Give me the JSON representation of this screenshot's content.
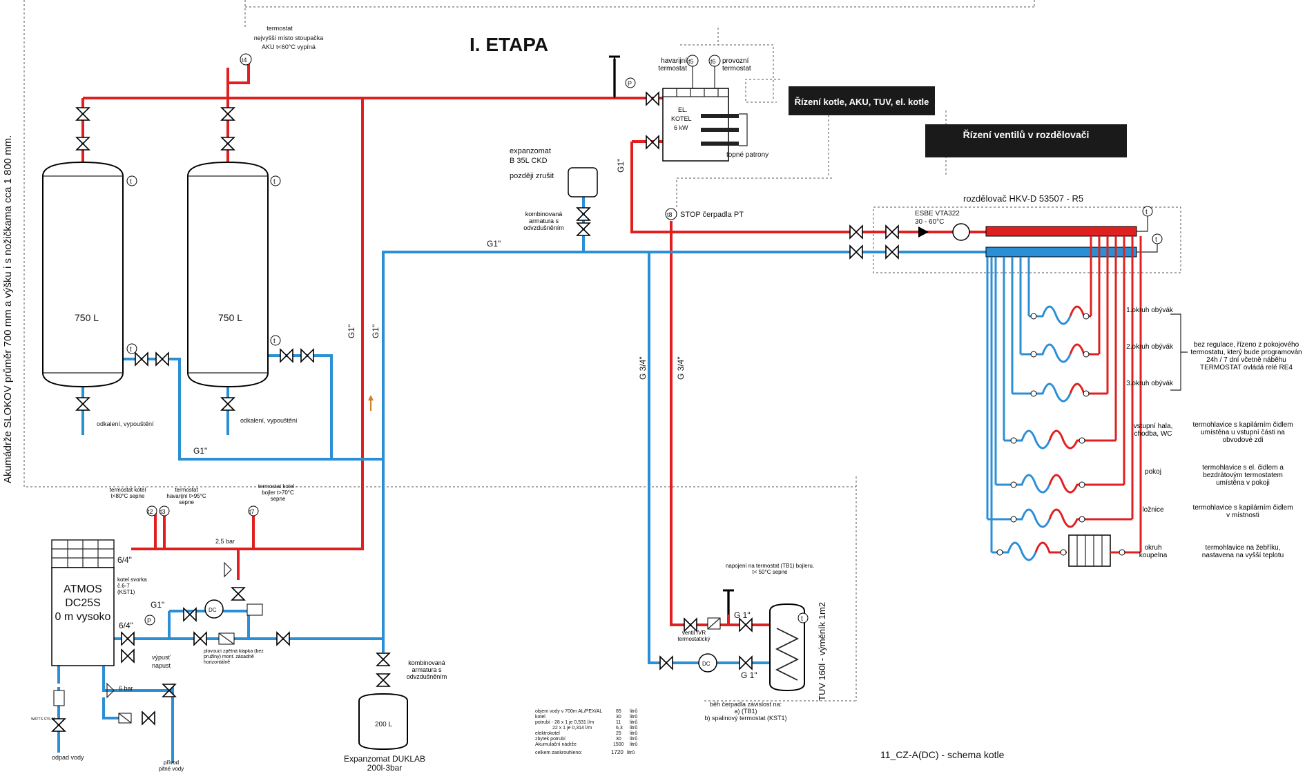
{
  "title": "I. ETAPA",
  "side_note": "Akumádrže SLOKOV průměr 700 mm a výšku i s nožičkama cca 1 800 mm.",
  "footer_code": "11_CZ-A(DC) - schema kotle",
  "colors": {
    "supply": "#e02020",
    "return": "#2b8fd6",
    "label_bg": "#1a1a1a"
  },
  "control_boxes": {
    "boiler_control": "Řízení kotle, AKU, TUV, el. kotle",
    "valve_control": "Řízení ventilů v rozdělovači"
  },
  "tanks": {
    "tank1_volume": "750 L",
    "tank2_volume": "750 L",
    "drain_label_1": "odkalení, vypouštění",
    "drain_label_2": "odkalení, vypouštění"
  },
  "thermostat_top": {
    "line1": "termostat",
    "line2": "nejvyšší místo stoupačka",
    "line3": "AKU t<60°C vypíná",
    "tag": "t4"
  },
  "electric_boiler": {
    "line1": "EL.",
    "line2": "KOTEL",
    "line3": "6 kW",
    "cartridges": "topné patrony",
    "emergency_thermostat": "havarijní termostat",
    "tag_emergency": "t5",
    "operating_thermostat": "provozní termostat",
    "tag_operating": "t6"
  },
  "expansion_top": {
    "line1": "expanzomat",
    "line2": "B 35L CKD",
    "line3": "později zrušit",
    "armature": "kombinovaná armatura s odvzdušněním"
  },
  "pipe_labels": {
    "g1_a": "G1\"",
    "g1_b": "G1\"",
    "g1_c": "G1\"",
    "g1_d": "G1\"",
    "g1_e": "G1\"",
    "g34_a": "G 3/4\"",
    "g34_b": "G 3/4\"",
    "g64_a": "6/4\"",
    "g64_b": "6/4\"",
    "g1_f": "G1\"",
    "g1_tuv_a": "G 1\"",
    "g1_tuv_b": "G 1\""
  },
  "stop_pump": {
    "tag": "t8",
    "label": "STOP čerpadla PT"
  },
  "distributor": {
    "title": "rozdělovač HKV-D  53507 - R5",
    "mixing_valve": "ESBE VTA322",
    "mixing_range": "30 - 60°C"
  },
  "circuits": [
    {
      "name": "1.okruh obývák"
    },
    {
      "name": "2.okruh obývák"
    },
    {
      "name": "3.okruh obývák"
    },
    {
      "name": "vstupní hala, chodba, WC"
    },
    {
      "name": "pokoj"
    },
    {
      "name": "ložnice"
    },
    {
      "name": "okruh koupelna"
    }
  ],
  "circuit_notes": {
    "living": "bez regulace, řízeno z pokojového termostatu, který bude programován 24h / 7 dní včetně náběhu TERMOSTAT ovládá relé RE4",
    "hall": "termohlavice s kapilárním čidlem umístěna u vstupní části na obvodové zdi",
    "room": "termohlavice s el. čidlem a bezdrátovým termostatem umístěna v pokoji",
    "bedroom": "termohlavice s kapilárním čidlem v místnosti",
    "bathroom": "termohlavice na žebříku, nastavena na vyšší teplotu"
  },
  "boiler": {
    "line1": "ATMOS",
    "line2": "DC25S",
    "line3": "0 m vysoko",
    "t_boiler": "termostat kotel t<80°C sepne",
    "tag_t2": "t2",
    "t_emergency": "termostat havarijní t>95°C sepne",
    "tag_t3": "t3",
    "t_boiler_tank": "termostat kotel - bojler t>70°C sepne",
    "tag_t7": "t7",
    "safety_valve": "2,5 bar",
    "terminal": "kotel svorka č.6-7 (KST1)",
    "float_flap": "plovoucí zpětná klapka (bez pružiny) mont. zásadně horizontálně",
    "outlet": "výpusť",
    "inlet": "napust",
    "safety_6bar": "6 bar",
    "waste": "odpad vody",
    "drinking": "přívod pitné vody",
    "watts": "WATTS STS 20"
  },
  "expansion_bottom": {
    "volume": "200 L",
    "line1": "Expanzomat DUKLAB",
    "line2": "200l-3bar",
    "armature": "kombinovaná armatura s odvzdušněním"
  },
  "tuv": {
    "connect_thermostat": "napojení na termostat (TB1) bojleru, t< 50°C sepne",
    "valve": "ventil IVR termostatický",
    "label": "TUV 160l - výměník 1m2",
    "pump_run_line1": "běh čerpadla závislost na:",
    "pump_run_line2": "a) (TB1)",
    "pump_run_line3": "b) spalinový termostat (KST1)"
  },
  "volume_table": [
    {
      "label": "objem vody v 700m AL/PEX/AL",
      "value": "85",
      "unit": "litrů"
    },
    {
      "label": "kotel",
      "value": "30",
      "unit": "litrů"
    },
    {
      "label": "potrubí - 28 x 1 je 0,531 l/m",
      "value": "11",
      "unit": "litrů"
    },
    {
      "label": "22 x 1 je 0,314 l/m",
      "value": "6,3",
      "unit": "litrů"
    },
    {
      "label": "elektrokotel",
      "value": "25",
      "unit": "litrů"
    },
    {
      "label": "zbytek potrubí",
      "value": "30",
      "unit": "litrů"
    },
    {
      "label": "Akumulační nádrže",
      "value": "1500",
      "unit": "litrů"
    },
    {
      "label": "celkem zaokrouhleno:",
      "value": "1720",
      "unit": "litrů"
    }
  ]
}
